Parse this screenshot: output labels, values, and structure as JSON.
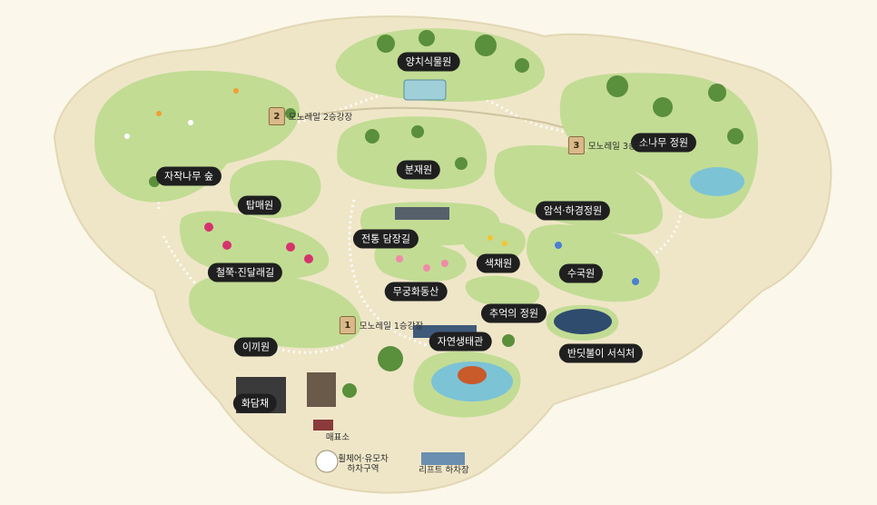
{
  "labels": {
    "yangchi": "양치식물원",
    "jajak": "자작나무 숲",
    "tapmae": "탑매원",
    "bunjae": "분재원",
    "sonamu": "소나무 정원",
    "amseok": "암석·하경정원",
    "cheoljjuk": "철쭉·진달래길",
    "jeontong": "전통 담장길",
    "saekchae": "색채원",
    "sugukwon": "수국원",
    "mugunghwa": "무궁화동산",
    "chueok": "추억의 정원",
    "ikki": "이끼원",
    "jayeon": "자연생태관",
    "bandi": "반딧불이 서식처",
    "hwadam": "화담채"
  },
  "stations": {
    "s1": {
      "num": "1",
      "label": "모노레일 1승강장"
    },
    "s2": {
      "num": "2",
      "label": "모노레일 2승강장"
    },
    "s3": {
      "num": "3",
      "label": "모노레일 3승강장"
    }
  },
  "facilities": {
    "ticket": "매표소",
    "wheelchair_line1": "휠체어·유모차",
    "wheelchair_line2": "하차구역",
    "lift": "리프트 하차장"
  },
  "colors": {
    "background": "#fbf7ea",
    "land": "#efe6c8",
    "garden": "#b9d98c",
    "tree": "#5a8f3c",
    "water": "#7cc3d6",
    "label_bg": "#1f1f1f"
  }
}
